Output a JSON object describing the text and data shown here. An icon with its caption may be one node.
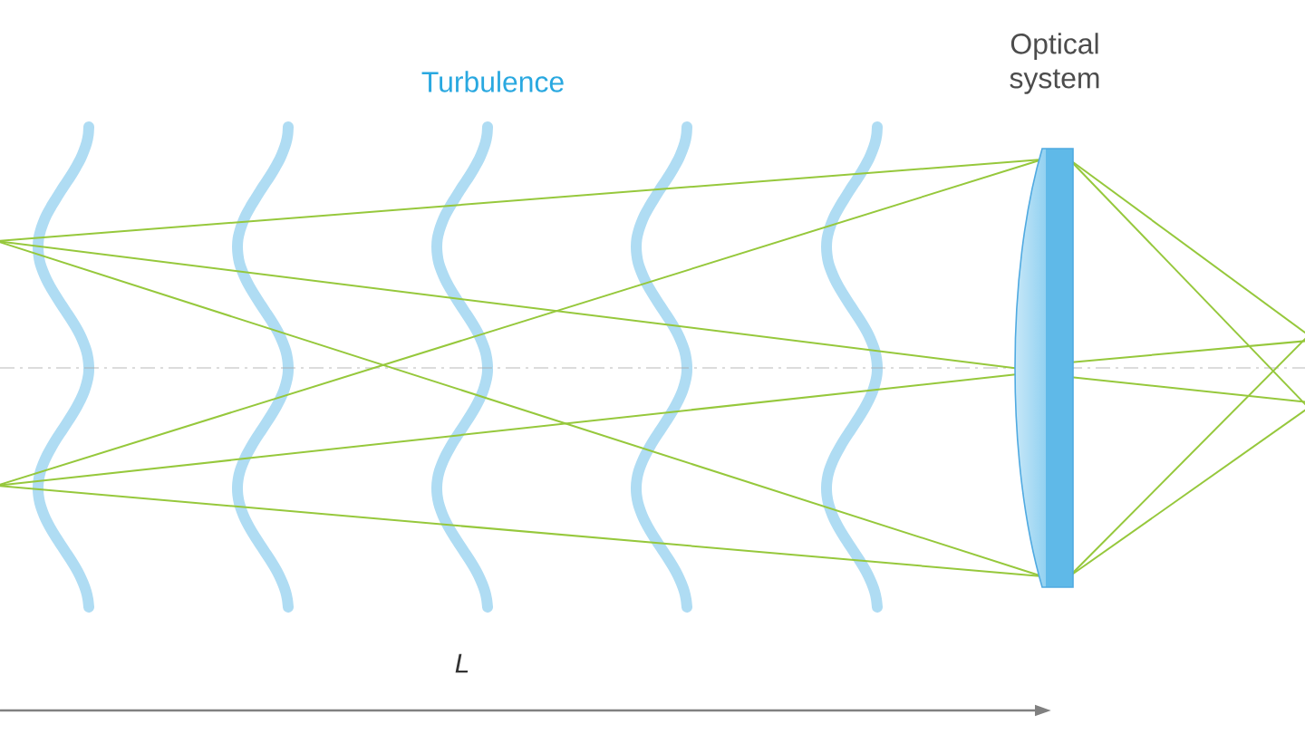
{
  "diagram": {
    "nodes": [
      {
        "text": [
          "Optical system"
        ]
      }
    ],
    "edges": [],
    "labels": [
      "Turbulence",
      "L"
    ]
  }
}
